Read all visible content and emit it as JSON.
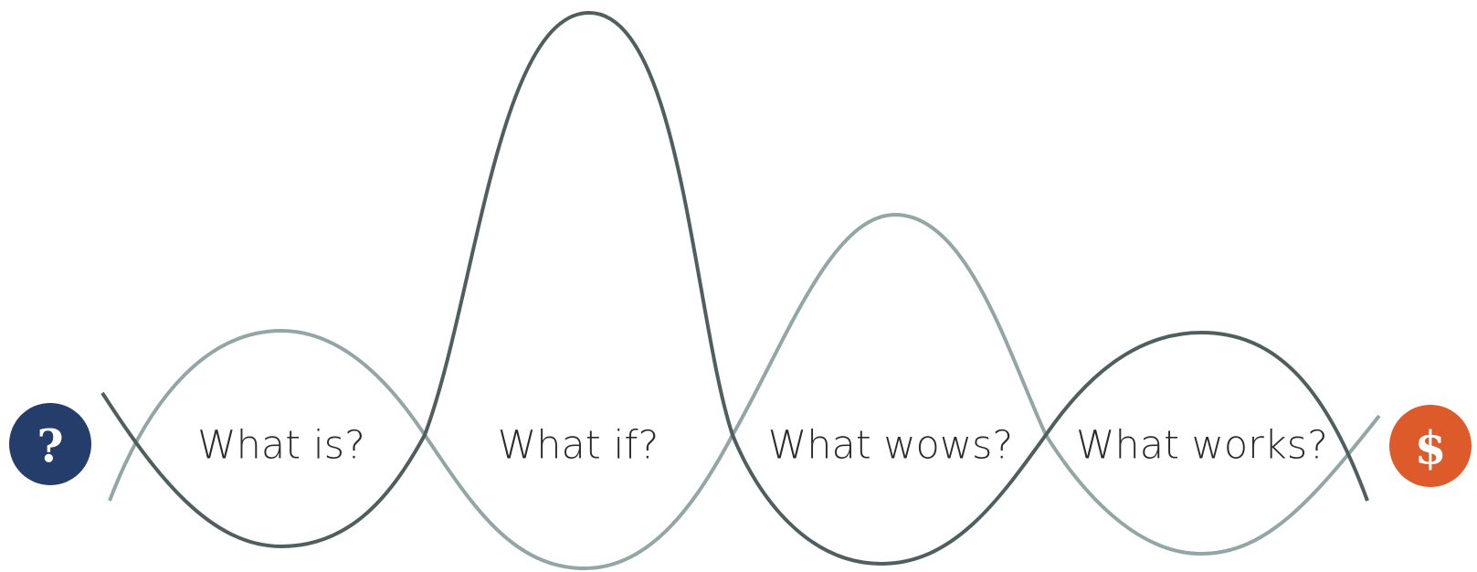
{
  "colors": {
    "background": "#ffffff",
    "dark_curve": "#4f5e5e",
    "light_curve": "#93a6a6",
    "label_text": "#2b2b2b",
    "start_badge": "#253d6b",
    "end_badge": "#dd5a2a",
    "badge_glyph": "#ffffff"
  },
  "start_badge": {
    "icon": "question-mark-icon",
    "glyph": "?"
  },
  "end_badge": {
    "icon": "dollar-sign-icon",
    "glyph": "$"
  },
  "phases": [
    {
      "label": "What is?"
    },
    {
      "label": "What if?"
    },
    {
      "label": "What wows?"
    },
    {
      "label": "What works?"
    }
  ]
}
